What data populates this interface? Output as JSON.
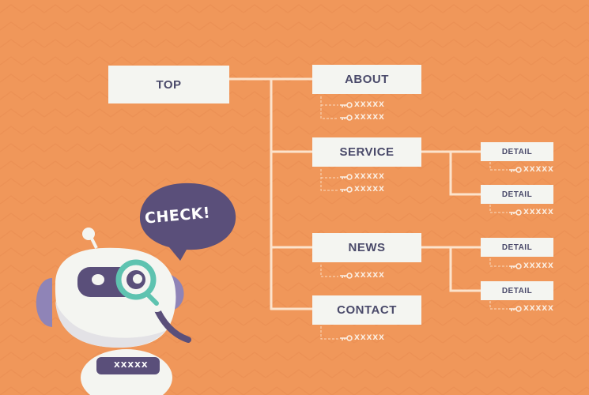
{
  "colors": {
    "background": "#f0975a",
    "node": "#f4f5f1",
    "node_text": "#4a4a6a",
    "line": "#fce3cc",
    "robot_dark": "#5a4f7a",
    "lens": "#5ec3b0"
  },
  "nodes": {
    "top": "TOP",
    "about": "ABOUT",
    "service": "SERVICE",
    "news": "NEWS",
    "contact": "CONTACT",
    "detail": "DETAIL"
  },
  "keyword": "XXXXX",
  "bubble": "CHECK!",
  "robot_badge": "XXXXX",
  "icons": {
    "keyword": "key-icon",
    "robot": "robot-icon",
    "magnifier": "magnifier-icon"
  }
}
